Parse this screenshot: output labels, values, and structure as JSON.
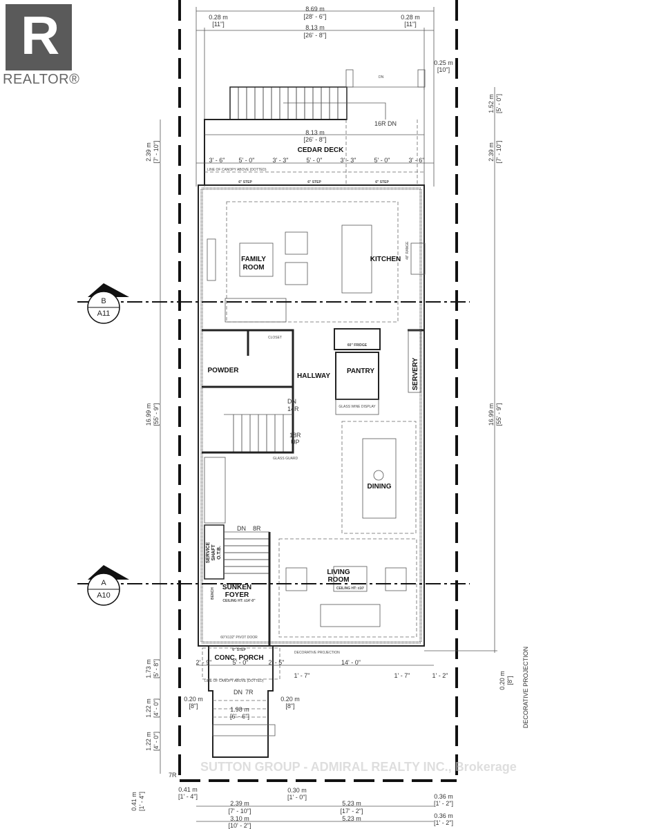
{
  "logo": {
    "mark": "R",
    "word": "REALTOR®"
  },
  "watermark": "SUTTON GROUP - ADMIRAL REALTY INC., Brokerage",
  "rooms": {
    "cedar_deck": "CEDAR DECK",
    "family_room": [
      "FAMILY",
      "ROOM"
    ],
    "kitchen": "KITCHEN",
    "powder": "POWDER",
    "hallway": "HALLWAY",
    "pantry": "PANTRY",
    "servery": "SERVERY",
    "dining": "DINING",
    "living_room": [
      "LIVING",
      "ROOM"
    ],
    "living_ceiling": "CEILING HT: ±10'",
    "sunken_foyer": [
      "SUNKEN",
      "FOYER"
    ],
    "foyer_ceiling": "CEILING HT: ±14'-0\"",
    "service_shaft": [
      "SERVICE",
      "SHAFT",
      "O.T.B."
    ],
    "conc_porch": "CONC. PORCH"
  },
  "notes": {
    "step": "6\" STEP",
    "canopy_above": "LINE OF CANOPY ABOVE (DOTTED)",
    "deck_dn": "DN",
    "deck_risers": "16R",
    "stair_dn": "DN",
    "stair_14r": "14R",
    "stair_18r": "18R",
    "stair_up": "UP",
    "foyer_dn": "DN",
    "foyer_8r": "8R",
    "porch_dn": "DN",
    "porch_7r": "7R",
    "bottom_7r": "7R",
    "fridge": "60\" FRIDGE",
    "range": "48\" RANGE",
    "closet": "CLOSET",
    "glass_guard": "GLASS GUARD",
    "wine": "GLASS WINE DISPLAY",
    "bench": "BENCH",
    "pivot_door": "60\"X132\" PIVOT DOOR",
    "decorative_projection": "DECORATIVE PROJECTION",
    "decorative_projection_side": "DECORATIVE PROJECTION"
  },
  "sections": [
    {
      "letter": "B",
      "sheet": "A11"
    },
    {
      "letter": "A",
      "sheet": "A10"
    }
  ],
  "dimensions": {
    "top_overall": [
      "8.69 m",
      "[28' - 6\"]"
    ],
    "top_inner": [
      "8.13 m",
      "[26' - 8\"]"
    ],
    "top_left_offset": [
      "0.28 m",
      "[11\"]"
    ],
    "top_right_offset": [
      "0.28 m",
      "[11\"]"
    ],
    "deck_post": [
      "0.25 m",
      "[10\"]"
    ],
    "deck_width": [
      "8.13 m",
      "[26' - 8\"]"
    ],
    "deck_segments": [
      "3' - 6\"",
      "5' - 0\"",
      "3' - 3\"",
      "5' - 0\"",
      "3' - 3\"",
      "5' - 0\"",
      "3' - 6\""
    ],
    "right_stair_depth": [
      "1.52 m",
      "[5' - 0\"]"
    ],
    "left_deck_depth": [
      "2.39 m",
      "[7' - 10\"]"
    ],
    "right_deck_depth": [
      "2.39 m",
      "[7' - 10\"]"
    ],
    "left_house_depth": [
      "16.99 m",
      "[55' - 9\"]"
    ],
    "right_house_depth": [
      "16.99 m",
      "[55' - 9\"]"
    ],
    "porch_depth": [
      "1.73 m",
      "[5' - 8\"]"
    ],
    "step_1": [
      "1.22 m",
      "[4' - 0\"]"
    ],
    "step_2": [
      "1.22 m",
      "[4' - 0\"]"
    ],
    "left_bottom": [
      "0.41 m",
      "[1' - 4\"]"
    ],
    "right_projection": [
      "0.20 m",
      "[8\"]"
    ],
    "porch_segments": [
      "2' - 9\"",
      "5' - 0\"",
      "2' - 5\""
    ],
    "front_segments": [
      "1' - 7\"",
      "14' - 0\"",
      "1' - 7\"",
      "1' - 2\""
    ],
    "porch_side_left": [
      "0.20 m",
      "[8\"]"
    ],
    "porch_side_right": [
      "0.20 m",
      "[8\"]"
    ],
    "porch_stair_width": [
      "1.98 m",
      "[6' - 6\"]"
    ],
    "bottom_row1": {
      "a": [
        "0.41 m",
        "[1' - 4\"]"
      ],
      "b": [
        "2.39 m",
        "[7' - 10\"]"
      ],
      "c": [
        "0.30 m",
        "[1' - 0\"]"
      ],
      "d": [
        "5.23 m",
        "[17' - 2\"]"
      ],
      "e": [
        "0.36 m",
        "[1' - 2\"]"
      ]
    },
    "bottom_row2": {
      "a": [
        "3.10 m",
        "[10' - 2\"]"
      ],
      "d": [
        "5.23 m",
        "[17' - 2\"]"
      ],
      "e": [
        "0.36 m",
        "[1' - 2\"]"
      ]
    }
  }
}
